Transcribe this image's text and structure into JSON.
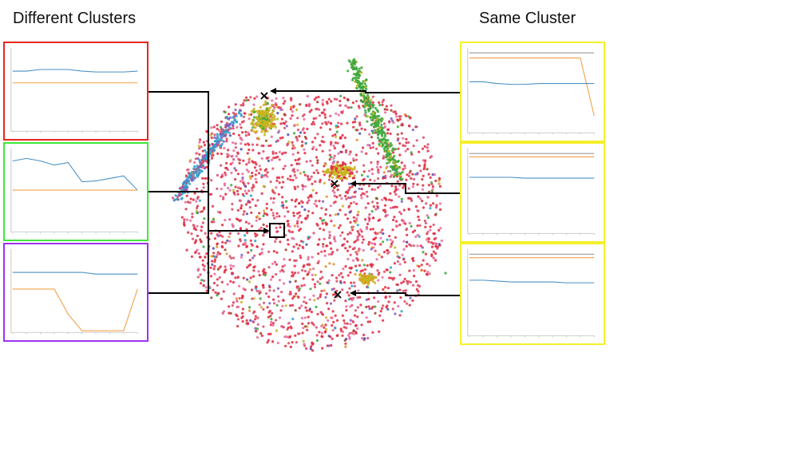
{
  "headings": {
    "left": "Different Clusters",
    "right": "Same Cluster"
  },
  "colors": {
    "series_blue": "#4a8fc4",
    "series_orange": "#f0a04a",
    "series_gray": "#9a9a9a",
    "frame_red": "#e8271c",
    "frame_green": "#3ee83a",
    "frame_purple": "#9b34f0",
    "frame_yellow": "#f4f02a",
    "connector": "#000000"
  },
  "panels_left": [
    {
      "id": "different-cluster-red",
      "frame_color": "frame_red",
      "series": [
        {
          "color": "series_blue",
          "values": [
            0.72,
            0.72,
            0.74,
            0.74,
            0.74,
            0.72,
            0.71,
            0.71,
            0.71,
            0.72
          ]
        },
        {
          "color": "series_orange",
          "values": [
            0.58,
            0.58,
            0.58,
            0.58,
            0.58,
            0.58,
            0.58,
            0.58,
            0.58,
            0.58
          ]
        }
      ]
    },
    {
      "id": "different-cluster-green",
      "frame_color": "frame_green",
      "series": [
        {
          "color": "series_blue",
          "values": [
            0.85,
            0.88,
            0.85,
            0.8,
            0.83,
            0.6,
            0.61,
            0.64,
            0.67,
            0.5
          ]
        },
        {
          "color": "series_orange",
          "values": [
            0.5,
            0.5,
            0.5,
            0.5,
            0.5,
            0.5,
            0.5,
            0.5,
            0.5,
            0.5
          ]
        }
      ]
    },
    {
      "id": "different-cluster-purple",
      "frame_color": "frame_purple",
      "series": [
        {
          "color": "series_blue",
          "values": [
            0.72,
            0.72,
            0.72,
            0.72,
            0.72,
            0.72,
            0.7,
            0.7,
            0.7,
            0.7
          ]
        },
        {
          "color": "series_orange",
          "values": [
            0.52,
            0.52,
            0.52,
            0.52,
            0.22,
            0.02,
            0.02,
            0.02,
            0.02,
            0.52
          ]
        }
      ]
    }
  ],
  "panels_right": [
    {
      "id": "same-cluster-top",
      "frame_color": "frame_yellow",
      "series": [
        {
          "color": "series_gray",
          "values": [
            0.94,
            0.94,
            0.94,
            0.94,
            0.94,
            0.94,
            0.94,
            0.94,
            0.94,
            0.94
          ]
        },
        {
          "color": "series_orange",
          "values": [
            0.88,
            0.88,
            0.88,
            0.88,
            0.88,
            0.88,
            0.88,
            0.88,
            0.88,
            0.2
          ]
        },
        {
          "color": "series_blue",
          "values": [
            0.6,
            0.6,
            0.58,
            0.57,
            0.57,
            0.58,
            0.58,
            0.58,
            0.58,
            0.58
          ]
        }
      ]
    },
    {
      "id": "same-cluster-middle",
      "frame_color": "frame_yellow",
      "series": [
        {
          "color": "series_gray",
          "values": [
            0.94,
            0.94,
            0.94,
            0.94,
            0.94,
            0.94,
            0.94,
            0.94,
            0.94,
            0.94
          ]
        },
        {
          "color": "series_orange",
          "values": [
            0.9,
            0.9,
            0.9,
            0.9,
            0.9,
            0.9,
            0.9,
            0.9,
            0.9,
            0.9
          ]
        },
        {
          "color": "series_blue",
          "values": [
            0.66,
            0.66,
            0.66,
            0.66,
            0.65,
            0.65,
            0.65,
            0.65,
            0.65,
            0.65
          ]
        }
      ]
    },
    {
      "id": "same-cluster-bottom",
      "frame_color": "frame_yellow",
      "series": [
        {
          "color": "series_gray",
          "values": [
            0.94,
            0.94,
            0.94,
            0.94,
            0.94,
            0.94,
            0.94,
            0.94,
            0.94,
            0.94
          ]
        },
        {
          "color": "series_orange",
          "values": [
            0.9,
            0.9,
            0.9,
            0.9,
            0.9,
            0.9,
            0.9,
            0.9,
            0.9,
            0.9
          ]
        },
        {
          "color": "series_blue",
          "values": [
            0.64,
            0.64,
            0.63,
            0.62,
            0.62,
            0.62,
            0.62,
            0.61,
            0.61,
            0.61
          ]
        }
      ]
    }
  ],
  "embedding": {
    "cluster_colors": [
      "#e0283c",
      "#d94a6a",
      "#e86a9a",
      "#3aa63a",
      "#c8b420",
      "#2aa0c8",
      "#7a5cc8",
      "#e88a2a",
      "#4a4ab0",
      "#9a4020"
    ],
    "markers": [
      {
        "id": "marker-top",
        "symbol": "×"
      },
      {
        "id": "marker-middle",
        "symbol": "×"
      },
      {
        "id": "marker-bottom",
        "symbol": "×"
      },
      {
        "id": "marker-center",
        "symbol": "□"
      }
    ]
  }
}
